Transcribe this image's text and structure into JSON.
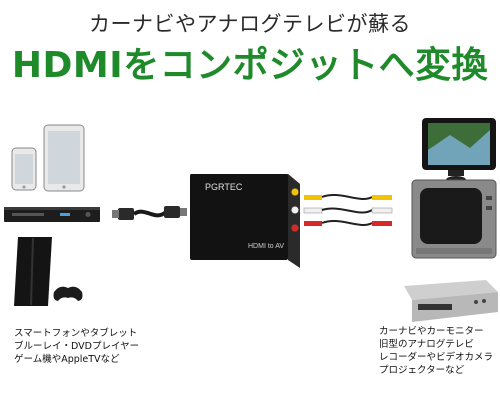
{
  "headline": {
    "line1": "カーナビやアナログテレビが蘇る",
    "line2": "HDMIをコンポジットへ変換"
  },
  "converter": {
    "brand": "PGRTEC",
    "label": "HDMI to AV"
  },
  "captions": {
    "sources": [
      "スマートフォンやタブレット",
      "ブルーレイ・DVDプレイヤー",
      "ゲーム機やAppleTVなど"
    ],
    "displays": [
      "カーナビやカーモニター",
      "旧型のアナログテレビ",
      "レコーダーやビデオカメラ",
      "プロジェクターなど"
    ]
  },
  "colors": {
    "headline_green": "#1e8a2a",
    "rca_yellow": "#f2c300",
    "rca_white": "#f0f0f0",
    "rca_red": "#d62a2a"
  },
  "icons": [
    "smartphone-icon",
    "tablet-icon",
    "bluray-player-icon",
    "game-console-icon",
    "hdmi-cable-icon",
    "converter-box-icon",
    "rca-cable-icon",
    "car-navigation-icon",
    "crt-tv-icon",
    "vcr-icon"
  ]
}
